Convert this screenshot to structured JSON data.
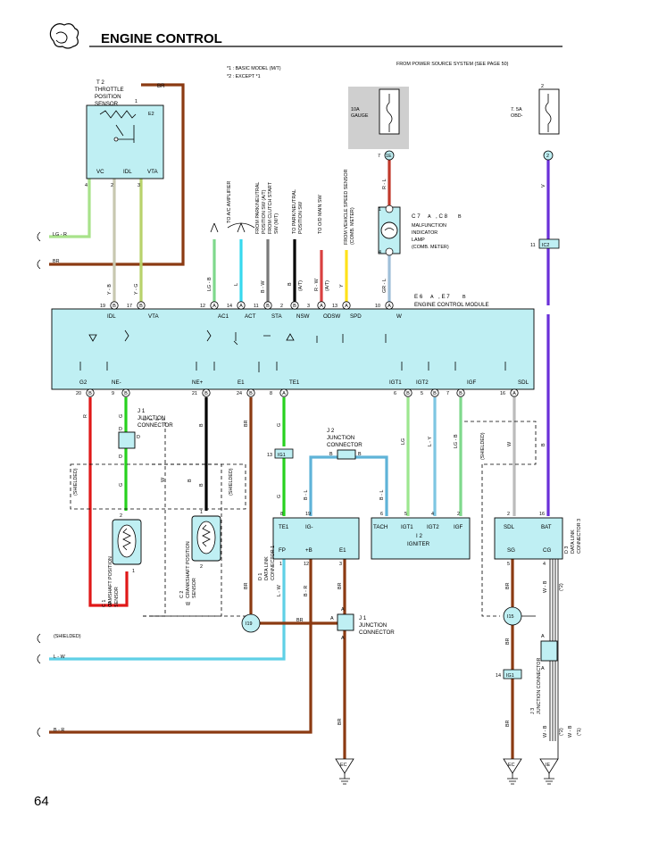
{
  "header": {
    "title": "ENGINE CONTROL",
    "page_number": "64",
    "notes": [
      "*1 : BASIC MODEL (M/T)",
      "*2 : EXCEPT *1"
    ],
    "power_source": "FROM POWER SOURCE SYSTEM (SEE PAGE 50)"
  },
  "fuses": {
    "gauge_label": [
      "10A",
      "GAUGE"
    ],
    "obd_label": [
      "7. 5A",
      "OBD-"
    ],
    "gauge_conn": [
      "7",
      "1E"
    ],
    "obd_conn_top": "2",
    "obd_conn_bot": "2"
  },
  "tps": {
    "name": [
      "T 2",
      "THROTTLE",
      "POSITION",
      "SENSOR"
    ],
    "wire_top": "BR",
    "pin_one": "1",
    "e2": "E2",
    "terms": [
      "VC",
      "IDL",
      "VTA"
    ],
    "pins": [
      "4",
      "2",
      "3"
    ]
  },
  "left_wires": {
    "lgr": "LG - R",
    "br": "BR",
    "shielded": "(SHIELDED)",
    "lw": "L - W",
    "br2": "B - R"
  },
  "top_wires": {
    "yb": "Y - B",
    "yg": "Y - G",
    "lgb": "LG - B",
    "l": "L",
    "bw": "B - W",
    "b": "B",
    "at1": "(A/T)",
    "rw": "R - W",
    "at2": "(A/T)",
    "y": "Y",
    "grl": "GR - L",
    "rl": "R - L",
    "v": "V"
  },
  "top_dest": {
    "ac": "TO A/C AMPLIFIER",
    "park": [
      "FROM PARK/NEUTRAL",
      "POSITION SW (A/T)",
      "FROM CLUTCH START",
      "SW (M/T)"
    ],
    "park2": [
      "TO PARK/NEUTRAL",
      "POSITION SW"
    ],
    "tood": "TO O/D MAIN SW",
    "speed": [
      "FROM VEHICLE SPEED SENSOR",
      "(COMB. METER)"
    ]
  },
  "mil": {
    "name": [
      "C 7",
      "A",
      ", C 8",
      "B"
    ],
    "desc": [
      "MALFUNCTION",
      "INDICATOR",
      "LAMP",
      "(COMB. METER)"
    ],
    "pin1": "1",
    "pin2": "4",
    "ic2_pin": "11",
    "ic2": "IC2"
  },
  "ecm": {
    "name": "ENGINE CONTROL MODULE",
    "conn": [
      "E 6",
      "A",
      ", E 7",
      "B"
    ],
    "top_pins": [
      {
        "n": "19",
        "c": "B"
      },
      {
        "n": "17",
        "c": "B"
      },
      {
        "n": "12",
        "c": "A"
      },
      {
        "n": "14",
        "c": "A"
      },
      {
        "n": "11",
        "c": "B"
      },
      {
        "n": "2",
        "c": "B"
      },
      {
        "n": "3",
        "c": "A"
      },
      {
        "n": "13",
        "c": "A"
      },
      {
        "n": "10",
        "c": "A"
      }
    ],
    "top_terms": [
      "IDL",
      "VTA",
      "AC1",
      "ACT",
      "STA",
      "NSW",
      "ODSW",
      "SPD",
      "W"
    ],
    "bot_terms": [
      "G2",
      "NE-",
      "NE+",
      "E1",
      "TE1",
      "IGT1",
      "IGT2",
      "IGF",
      "SDL"
    ],
    "bot_pins": [
      {
        "n": "20",
        "c": "B"
      },
      {
        "n": "9",
        "c": "B"
      },
      {
        "n": "21",
        "c": "B"
      },
      {
        "n": "24",
        "c": "B"
      },
      {
        "n": "8",
        "c": "A"
      },
      {
        "n": "6",
        "c": "B"
      },
      {
        "n": "5",
        "c": "B"
      },
      {
        "n": "7",
        "c": "B"
      },
      {
        "n": "16",
        "c": "A"
      }
    ]
  },
  "lower": {
    "r": "R",
    "g": "G",
    "b": "B",
    "w": "W",
    "br": "BR",
    "lg": "LG",
    "ly": "L - Y",
    "lgb": "LG - B",
    "bl": "B - L",
    "lw": "L - W",
    "bbr": "B - R",
    "shielded": "(SHIELDED)"
  },
  "j1a": {
    "name": [
      "J 1",
      "JUNCTION",
      "CONNECTOR"
    ],
    "d": "D"
  },
  "j2": {
    "name": [
      "J 2",
      "JUNCTION",
      "CONNECTOR"
    ],
    "b": "B",
    "ig1_pin": "13",
    "ig1": "IG1"
  },
  "cam": {
    "name": [
      "C 1",
      "CAMSHAFT POSITION",
      "SENSOR"
    ],
    "pins": [
      "2",
      "1"
    ]
  },
  "crank": {
    "name": [
      "C 2",
      "CRANKSHAFT POSITION",
      "SENSOR"
    ],
    "pins": [
      "1",
      "2"
    ]
  },
  "d1": {
    "name": [
      "D 1",
      "DATA LINK",
      "CONNECTOR 1"
    ],
    "pins_top": [
      "8",
      "19"
    ],
    "terms_top": [
      "TE1",
      "IG-"
    ],
    "terms_bot": [
      "FP",
      "+B",
      "E1"
    ],
    "pins_bot": [
      "1",
      "12",
      "3"
    ]
  },
  "igniter": {
    "name": [
      "I 2",
      "IGNITER"
    ],
    "pins": [
      "6",
      "5",
      "4",
      "2"
    ],
    "terms": [
      "TACH",
      "IGT1",
      "IGT2",
      "IGF"
    ]
  },
  "d3": {
    "name": [
      "D 3",
      "DATA LINK",
      "CONNECTOR 3"
    ],
    "pins_top": [
      "2",
      "16"
    ],
    "terms_top": [
      "SDL",
      "BAT"
    ],
    "terms_bot": [
      "SG",
      "CG"
    ],
    "pins_bot": [
      "5",
      "4"
    ],
    "notes": [
      "(*2)",
      "(*1)"
    ]
  },
  "j1b": {
    "name": [
      "J 1",
      "JUNCTION",
      "CONNECTOR"
    ],
    "a": "A",
    "i19": "I19"
  },
  "j3": {
    "name": [
      "J 3",
      "JUNCTION CONNECTOR"
    ],
    "a": "A",
    "i15": "I15",
    "ig1_pin": "14",
    "ig1": "IG1"
  },
  "grounds": [
    "EC",
    "EC",
    "IE"
  ],
  "colors": {
    "br": "#8b3a12",
    "lgr": "#a8e28a",
    "yb": "#c8c8b0",
    "yg": "#b8d26b",
    "lgb": "#7fd88c",
    "l": "#37d8ee",
    "bw": "#7a7a7a",
    "b": "#000000",
    "rw": "#d94040",
    "y": "#ffe21a",
    "grl": "#9fbfd8",
    "v": "#6a2fd8",
    "r": "#e01818",
    "g": "#27d11e",
    "lg": "#9ce78f",
    "ly": "#7ec6e2",
    "lw": "#5fd0e6",
    "rl": "#c0392b",
    "ecm": "#bfeff3"
  }
}
